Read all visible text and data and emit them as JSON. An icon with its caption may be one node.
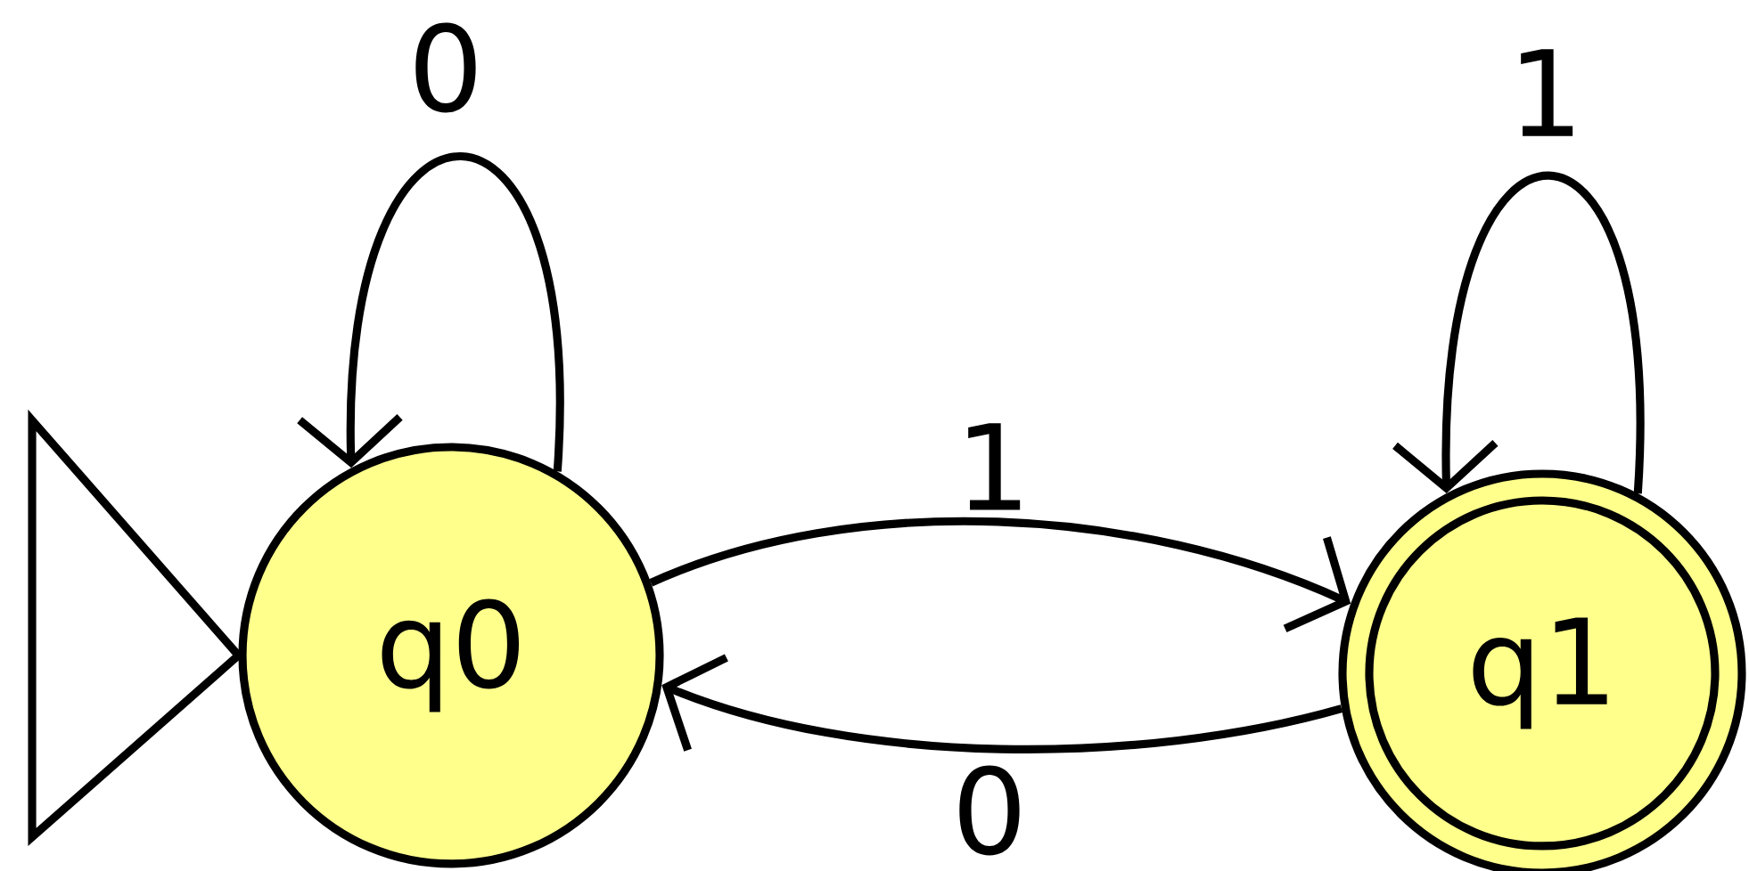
{
  "diagram": {
    "nodes": [
      {
        "text": [
          "q0"
        ]
      },
      {
        "text": [
          "q1"
        ]
      }
    ],
    "edges": [
      {
        "from": null,
        "to": 0,
        "arrow": "to"
      },
      {
        "from": 0,
        "to": 0,
        "label": "0",
        "arrow": "to"
      },
      {
        "from": 0,
        "to": 1,
        "label": "1",
        "arrow": "to"
      },
      {
        "from": 1,
        "to": 0,
        "label": "0",
        "arrow": "to"
      },
      {
        "from": 1,
        "to": 1,
        "label": "1",
        "arrow": "to"
      }
    ]
  }
}
